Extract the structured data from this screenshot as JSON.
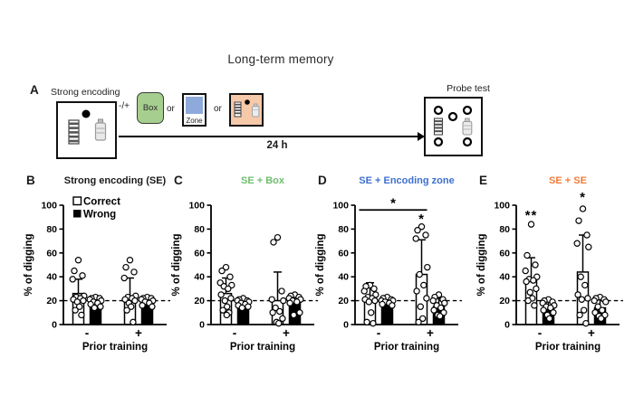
{
  "figure": {
    "title": "Long-term memory",
    "panel_a": {
      "label": "A",
      "encoding_label": "Strong encoding",
      "plus_minus": "-/+",
      "box_label": "Box",
      "or_label": "or",
      "zone_label": "Zone",
      "duration": "24 h",
      "probe_label": "Probe test",
      "colors": {
        "box_fill": "#a6ce8e",
        "zone_fill": "#8eaadb",
        "reexposure_fill": "#f6c9a9"
      }
    }
  },
  "legend": {
    "correct": "Correct",
    "wrong": "Wrong"
  },
  "axis": {
    "y_label": "% of digging",
    "x_label": "Prior training",
    "y_ticks": [
      0,
      20,
      40,
      60,
      80,
      100
    ],
    "ylim": [
      0,
      100
    ],
    "group_labels": [
      "-",
      "+"
    ],
    "dashed_line_y": 20
  },
  "chart_data": [
    {
      "type": "bar",
      "letter": "B",
      "title": "Strong encoding (SE)",
      "title_color": "#1a1a1a",
      "show_legend": true,
      "groups": [
        {
          "label": "-",
          "bars": [
            {
              "name": "Correct",
              "mean": 26,
              "sd_top": 38,
              "points": [
                54,
                45,
                41,
                38,
                24,
                23,
                22,
                21,
                20,
                19,
                15,
                12,
                8
              ]
            },
            {
              "name": "Wrong",
              "mean": 19,
              "sd_top": 23,
              "points": [
                23,
                22,
                22,
                21,
                20,
                19,
                18,
                17,
                15,
                14
              ]
            }
          ]
        },
        {
          "label": "+",
          "bars": [
            {
              "name": "Correct",
              "mean": 21,
              "sd_top": 39,
              "points": [
                54,
                48,
                44,
                39,
                24,
                23,
                22,
                21,
                20,
                18,
                15,
                12,
                2
              ]
            },
            {
              "name": "Wrong",
              "mean": 20,
              "sd_top": 23,
              "points": [
                23,
                22,
                22,
                21,
                20,
                19,
                18,
                16,
                15
              ]
            }
          ]
        }
      ],
      "annotations": []
    },
    {
      "type": "bar",
      "letter": "C",
      "title": "SE + Box",
      "title_color": "#6fbf6f",
      "show_legend": false,
      "groups": [
        {
          "label": "-",
          "bars": [
            {
              "name": "Correct",
              "mean": 26,
              "sd_top": 39,
              "points": [
                48,
                45,
                40,
                35,
                33,
                32,
                30,
                25,
                22,
                20,
                15,
                12,
                10,
                8
              ]
            },
            {
              "name": "Wrong",
              "mean": 18,
              "sd_top": 22,
              "points": [
                22,
                21,
                20,
                20,
                19,
                18,
                17,
                16,
                15,
                14
              ]
            }
          ]
        },
        {
          "label": "+",
          "bars": [
            {
              "name": "Correct",
              "mean": 20,
              "sd_top": 44,
              "points": [
                73,
                69,
                28,
                21,
                20,
                14,
                11,
                10,
                5,
                2,
                1
              ]
            },
            {
              "name": "Wrong",
              "mean": 21,
              "sd_top": 25,
              "points": [
                25,
                24,
                23,
                22,
                21,
                20,
                19,
                18,
                10,
                8
              ]
            }
          ]
        }
      ],
      "annotations": []
    },
    {
      "type": "bar",
      "letter": "D",
      "title": "SE + Encoding zone",
      "title_color": "#3e6fd0",
      "show_legend": false,
      "groups": [
        {
          "label": "-",
          "bars": [
            {
              "name": "Correct",
              "mean": 21,
              "sd_top": 35,
              "points": [
                33,
                32,
                30,
                28,
                25,
                23,
                22,
                21,
                20,
                19,
                10,
                2,
                1
              ]
            },
            {
              "name": "Wrong",
              "mean": 19,
              "sd_top": 23,
              "points": [
                23,
                22,
                21,
                20,
                20,
                19,
                18,
                17,
                16
              ]
            }
          ]
        },
        {
          "label": "+",
          "bars": [
            {
              "name": "Correct",
              "mean": 42,
              "sd_top": 71,
              "points": [
                82,
                79,
                75,
                72,
                48,
                42,
                33,
                28,
                22,
                15,
                5,
                2
              ]
            },
            {
              "name": "Wrong",
              "mean": 15,
              "sd_top": 22,
              "points": [
                25,
                23,
                21,
                20,
                18,
                16,
                14,
                12,
                10,
                8,
                7
              ]
            }
          ]
        }
      ],
      "annotations": [
        {
          "type": "bracket",
          "from_group": 0,
          "to_group": 1,
          "y": 96,
          "label": "*"
        },
        {
          "type": "star",
          "group": 1,
          "y": 85,
          "label": "*"
        }
      ]
    },
    {
      "type": "bar",
      "letter": "E",
      "title": "SE + SE",
      "title_color": "#f07d3a",
      "show_legend": false,
      "groups": [
        {
          "label": "-",
          "bars": [
            {
              "name": "Correct",
              "mean": 38,
              "sd_top": 56,
              "points": [
                84,
                58,
                50,
                45,
                40,
                38,
                37,
                36,
                30,
                27,
                22,
                20,
                16
              ]
            },
            {
              "name": "Wrong",
              "mean": 14,
              "sd_top": 20,
              "points": [
                21,
                20,
                19,
                18,
                16,
                15,
                14,
                12,
                10,
                8,
                5
              ]
            }
          ]
        },
        {
          "label": "+",
          "bars": [
            {
              "name": "Correct",
              "mean": 44,
              "sd_top": 75,
              "points": [
                97,
                87,
                75,
                68,
                65,
                40,
                33,
                25,
                22,
                21,
                12,
                8,
                1
              ]
            },
            {
              "name": "Wrong",
              "mean": 14,
              "sd_top": 21,
              "points": [
                23,
                22,
                21,
                20,
                19,
                15,
                12,
                10,
                8,
                7,
                5
              ]
            }
          ]
        }
      ],
      "annotations": [
        {
          "type": "star",
          "group": 0,
          "y": 88,
          "label": "**"
        },
        {
          "type": "star",
          "group": 1,
          "y": 103,
          "label": "*"
        }
      ]
    }
  ]
}
